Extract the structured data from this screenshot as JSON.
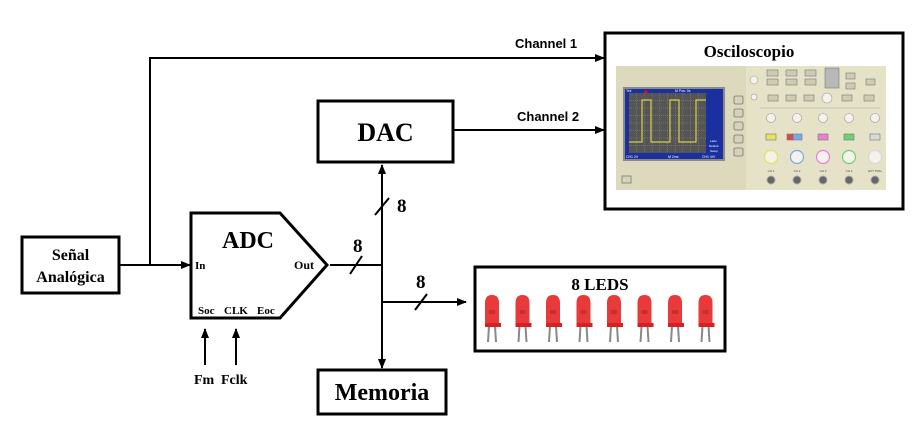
{
  "blocks": {
    "signal": {
      "line1": "Señal",
      "line2": "Analógica"
    },
    "adc": {
      "title": "ADC",
      "in": "In",
      "out": "Out",
      "soc": "Soc",
      "clk": "CLK",
      "eoc": "Eoc"
    },
    "dac": {
      "title": "DAC"
    },
    "memory": {
      "title": "Memoria"
    },
    "leds": {
      "title": "8 LEDS",
      "count": 8,
      "color": "#e83a3a"
    },
    "oscilloscope": {
      "title": "Osciloscopio",
      "screen": {
        "header_left": "Tek",
        "header_mid": "M Pos: 0s",
        "footer_ch1": "CH1 2V",
        "footer_time": "M 2ms",
        "footer_right": "CH1 /0V",
        "menu": [
          "Lado",
          "Default",
          "Setup"
        ]
      },
      "channel_buttons": [
        "CH 1",
        "CH 2",
        "CH 3",
        "CH 4",
        "EXT TRIG"
      ]
    }
  },
  "inputs": {
    "fm": "Fm",
    "fclk": "Fclk"
  },
  "signals": {
    "channel1": "Channel 1",
    "channel2": "Channel 2",
    "bus_adc_out": "8",
    "bus_dac": "8",
    "bus_leds": "8"
  },
  "colors": {
    "line": "#000000",
    "scope_body": "#e6e2c8",
    "scope_screen": "#1a2fa0",
    "scope_grid_bg": "#555555",
    "scope_trace": "#d8d040"
  }
}
